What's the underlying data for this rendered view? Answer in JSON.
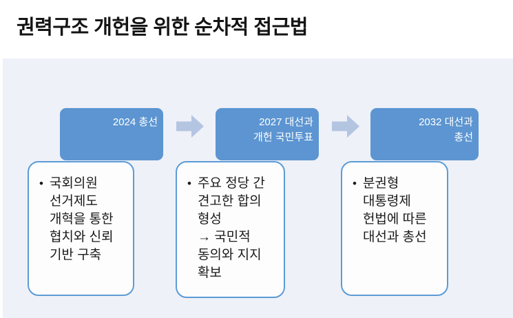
{
  "title": "권력구조 개헌을 위한 순차적 접근법",
  "colors": {
    "title_color": "#141414",
    "panel_bg": "#EEF1F8",
    "header_blue": "#5C95D1",
    "header_text": "#FFFFFF",
    "box_border": "#5B9BD5",
    "box_bg": "#FDFDFE",
    "arrow_blue": "#B4C5E2",
    "body_text": "#1A1A1A"
  },
  "icons": {
    "arrow_right": "right-block-arrow"
  },
  "timeline": {
    "steps": [
      {
        "header": "2024 총선",
        "bullet": "•",
        "body": "국회의원\n선거제도\n개혁을 통한\n협치와 신뢰\n기반 구축"
      },
      {
        "header": "2027 대선과\n개헌 국민투표",
        "bullet": "•",
        "body": "주요 정당 간\n견고한 합의\n형성\n→ 국민적\n동의와 지지\n확보"
      },
      {
        "header": "2032 대선과\n총선",
        "bullet": "•",
        "body": "분권형\n대통령제\n헌법에 따른\n대선과 총선"
      }
    ]
  }
}
